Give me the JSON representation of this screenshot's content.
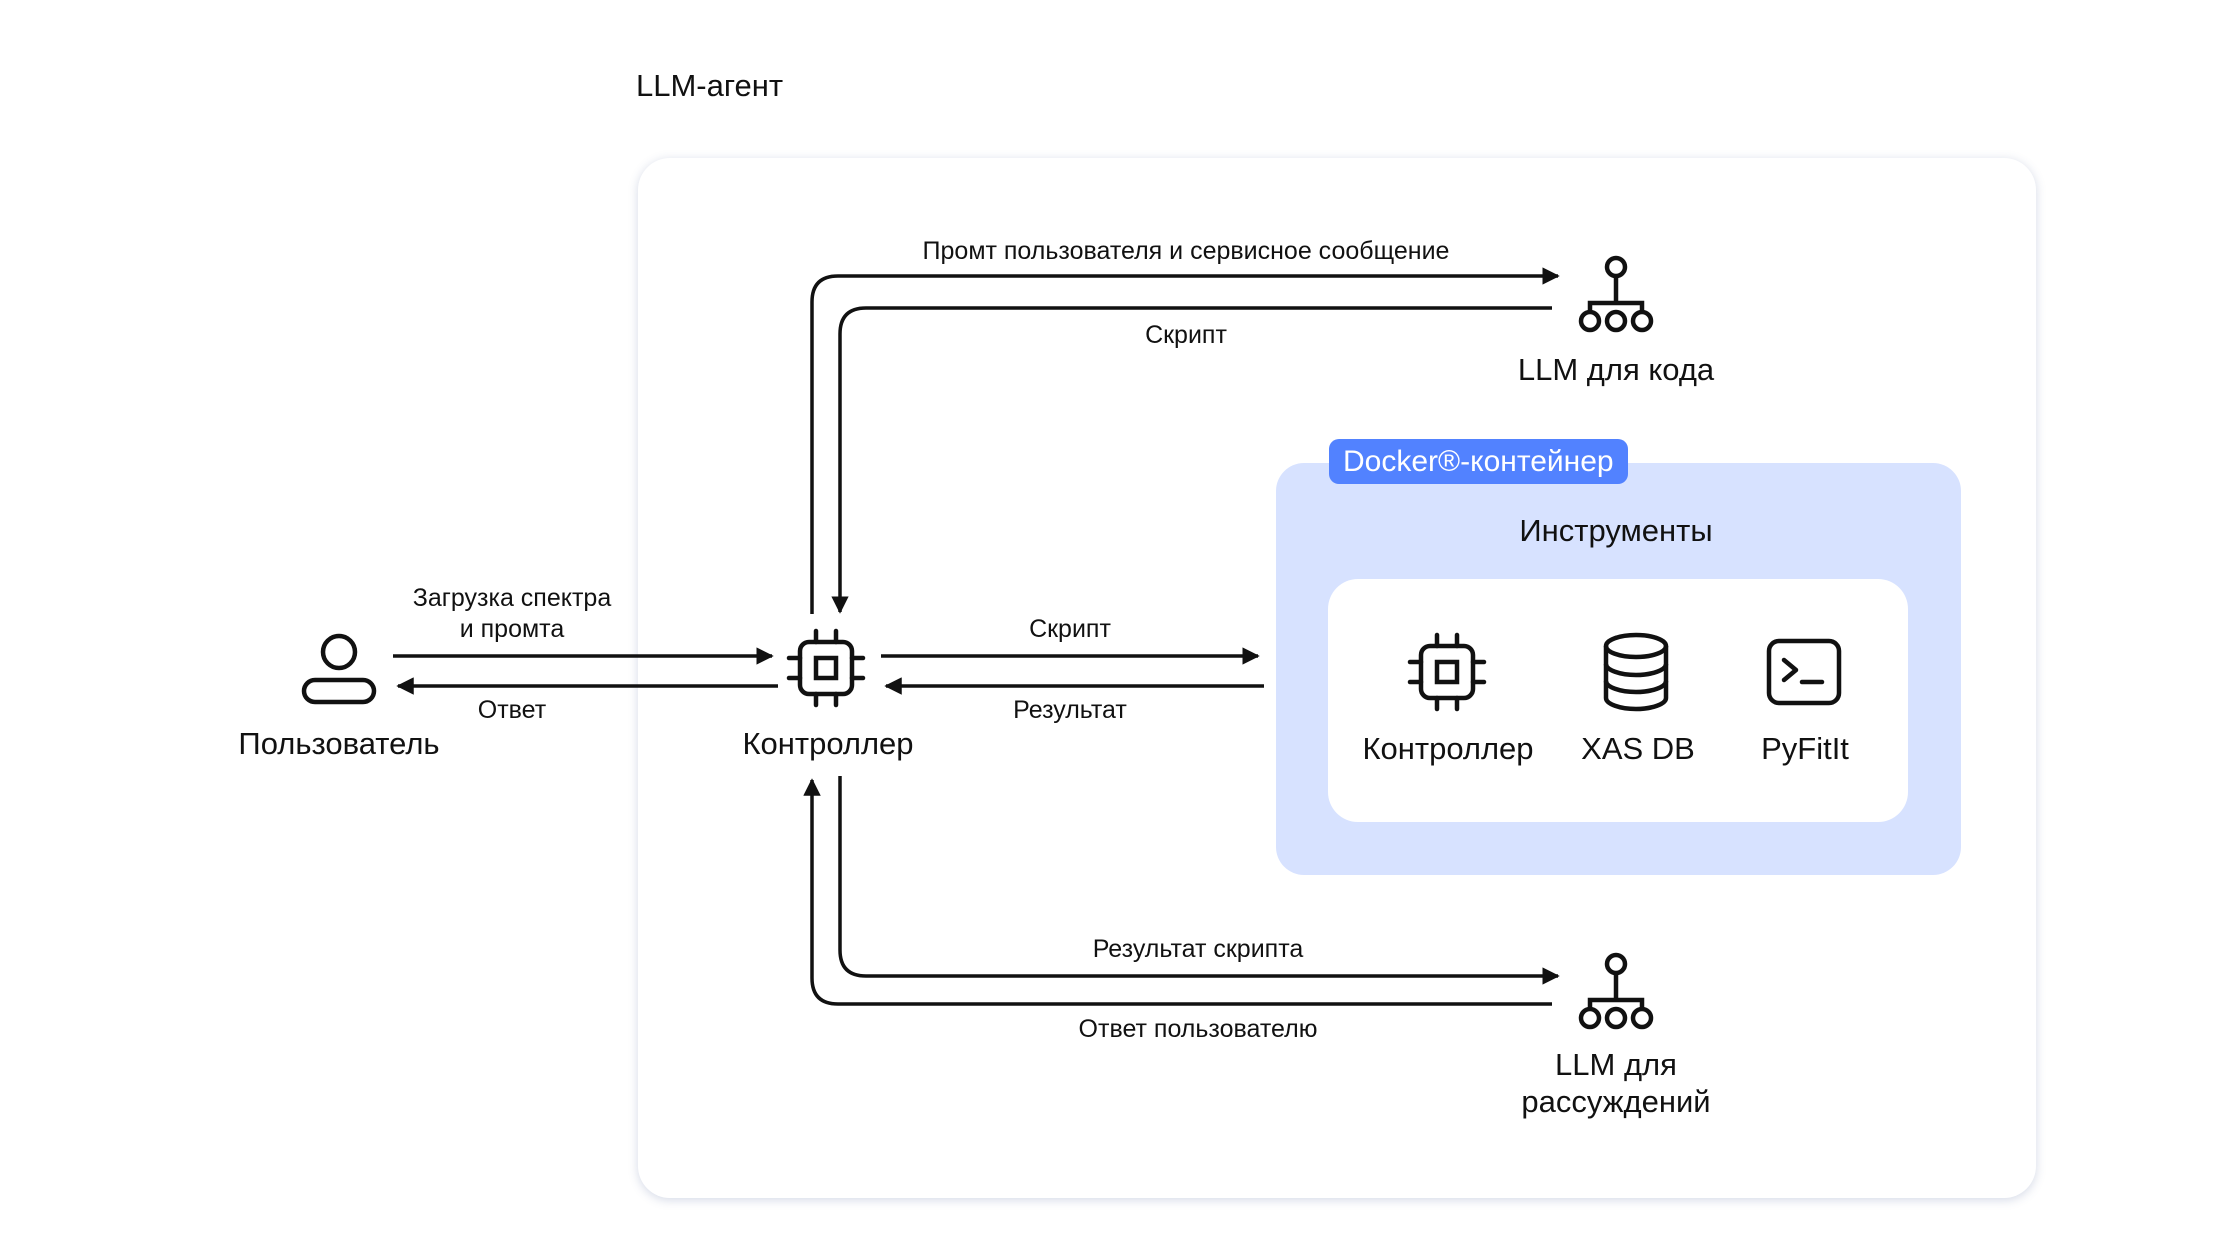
{
  "title": "LLM-агент",
  "docker_badge": "Docker®-контейнер",
  "tools_heading": "Инструменты",
  "nodes": {
    "user": "Пользователь",
    "controller": "Контроллер",
    "llm_code": "LLM для кода",
    "llm_reason_line1": "LLM для",
    "llm_reason_line2": "рассуждений"
  },
  "tools": [
    {
      "label": "Контроллер",
      "icon": "chip-icon"
    },
    {
      "label": "XAS DB",
      "icon": "database-icon"
    },
    {
      "label": "PyFitIt",
      "icon": "terminal-icon"
    }
  ],
  "edges": {
    "upload_line1": "Загрузка спектра",
    "upload_line2": "и промта",
    "answer": "Ответ",
    "prompt_service": "Промт пользователя и сервисное сообщение",
    "script_from_llm": "Скрипт",
    "script_to_docker": "Скрипт",
    "result_from_docker": "Результат",
    "script_result": "Результат скрипта",
    "answer_to_user": "Ответ пользователю"
  }
}
